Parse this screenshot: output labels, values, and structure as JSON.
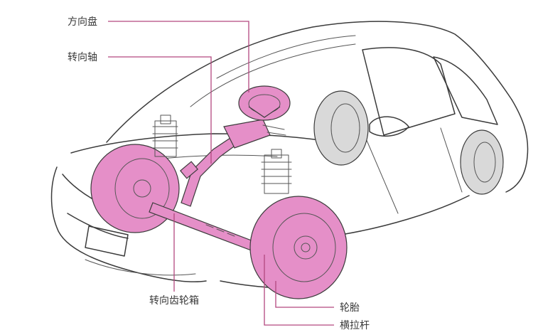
{
  "labels": {
    "steering_wheel": "方向盘",
    "steering_shaft": "转向轴",
    "steering_gearbox": "转向齿轮箱",
    "tire": "轮胎",
    "tie_rod": "横拉杆"
  },
  "colors": {
    "highlight": "#e58fc8",
    "highlight_dark": "#d670b6",
    "leader": "#b3477f",
    "outline": "#3b3b3b",
    "rear_tire": "#d9d9d9"
  }
}
